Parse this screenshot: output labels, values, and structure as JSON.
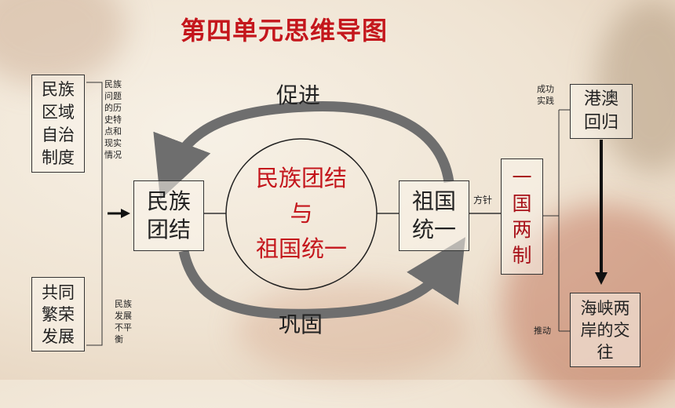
{
  "title": "第四单元思维导图",
  "left_top_box": [
    "民族",
    "区域",
    "自治",
    "制度"
  ],
  "left_top_note": [
    "民族",
    "问题",
    "的历",
    "史特",
    "点和",
    "现实",
    "情况"
  ],
  "left_bottom_box": [
    "共同",
    "繁荣",
    "发展"
  ],
  "left_bottom_note": [
    "民族",
    "发展",
    "不平",
    "衡"
  ],
  "unity_box": [
    "民族",
    "团结"
  ],
  "center_circle": [
    "民族团结",
    "与",
    "祖国统一"
  ],
  "reunify_box": [
    "祖国",
    "统一"
  ],
  "arrow_top_label": "促进",
  "arrow_bottom_label": "巩固",
  "policy_label": "方针",
  "policy_box": [
    "一",
    "国",
    "两",
    "制"
  ],
  "success_label": [
    "成功",
    "实践"
  ],
  "hk_macao_box": [
    "港澳",
    "回归"
  ],
  "push_label": "推动",
  "straits_box": [
    "海峡两",
    "岸的交",
    "往"
  ],
  "colors": {
    "title": "#c4161c",
    "arrow": "#6e6e6e",
    "line": "#333333"
  }
}
